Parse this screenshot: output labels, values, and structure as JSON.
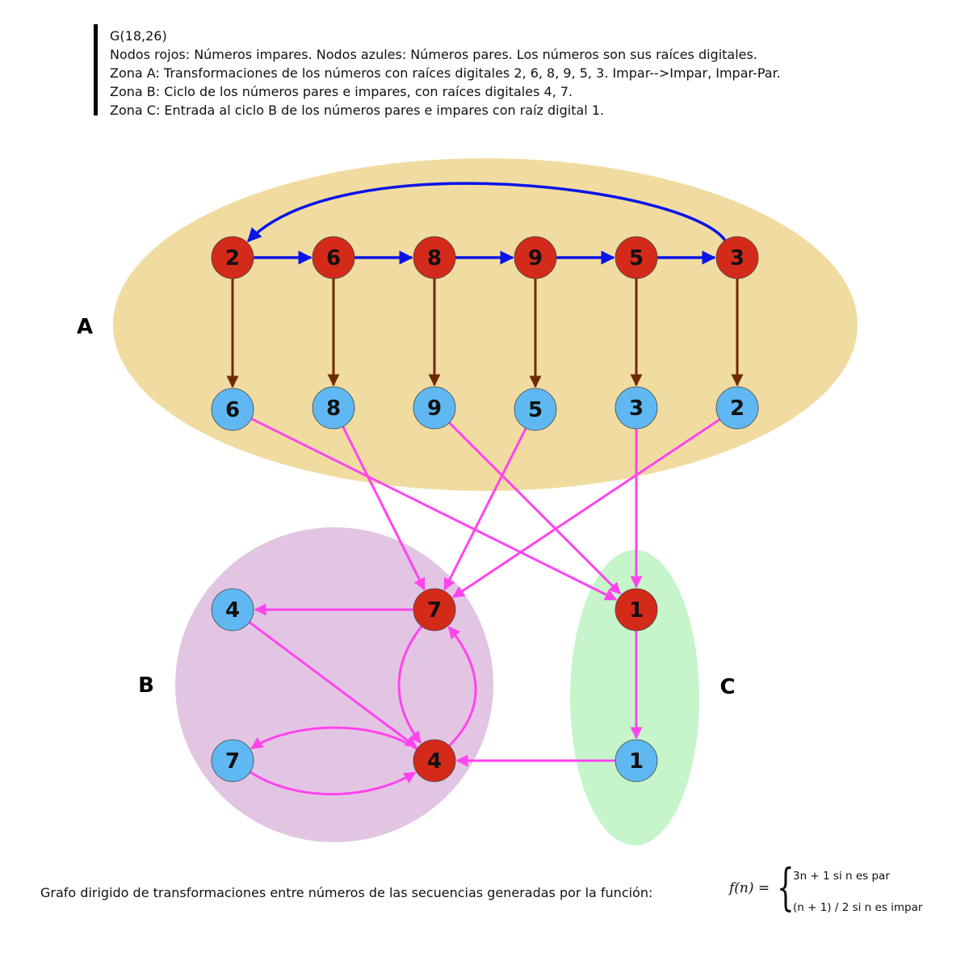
{
  "header": {
    "lines": [
      "G(18,26)",
      "Nodos rojos: Números impares. Nodos azules: Números pares. Los números son sus raíces digitales.",
      "Zona A: Transformaciones de los números con raíces digitales 2, 6, 8, 9, 5, 3. Impar-->Impar, Impar-Par.",
      "Zona B: Ciclo de los números pares e impares, con raíces digitales 4, 7.",
      "Zona C: Entrada al ciclo B de los números pares e impares con raíz digital 1."
    ]
  },
  "zones": [
    {
      "id": "A",
      "label": "A",
      "color": "#f0dca0"
    },
    {
      "id": "B",
      "label": "B",
      "color": "#e2c5e3"
    },
    {
      "id": "C",
      "label": "C",
      "color": "#c6f5cb"
    }
  ],
  "colors": {
    "odd": "#d42a1a",
    "even": "#5fb8f2",
    "blue_edge": "#0a14e8",
    "brown_edge": "#6e2a00",
    "magenta_edge": "#ff44ee"
  },
  "nodes": [
    {
      "id": "r2",
      "label": "2",
      "parity": "odd"
    },
    {
      "id": "r6",
      "label": "6",
      "parity": "odd"
    },
    {
      "id": "r8",
      "label": "8",
      "parity": "odd"
    },
    {
      "id": "r9",
      "label": "9",
      "parity": "odd"
    },
    {
      "id": "r5",
      "label": "5",
      "parity": "odd"
    },
    {
      "id": "r3",
      "label": "3",
      "parity": "odd"
    },
    {
      "id": "b6",
      "label": "6",
      "parity": "even"
    },
    {
      "id": "b8",
      "label": "8",
      "parity": "even"
    },
    {
      "id": "b9",
      "label": "9",
      "parity": "even"
    },
    {
      "id": "b5",
      "label": "5",
      "parity": "even"
    },
    {
      "id": "b3",
      "label": "3",
      "parity": "even"
    },
    {
      "id": "b2",
      "label": "2",
      "parity": "even"
    },
    {
      "id": "b4",
      "label": "4",
      "parity": "even"
    },
    {
      "id": "r7",
      "label": "7",
      "parity": "odd"
    },
    {
      "id": "r1",
      "label": "1",
      "parity": "odd"
    },
    {
      "id": "b7",
      "label": "7",
      "parity": "even"
    },
    {
      "id": "r4",
      "label": "4",
      "parity": "odd"
    },
    {
      "id": "b1",
      "label": "1",
      "parity": "even"
    }
  ],
  "edges": [
    {
      "from": "r2",
      "to": "r6",
      "type": "blue"
    },
    {
      "from": "r6",
      "to": "r8",
      "type": "blue"
    },
    {
      "from": "r8",
      "to": "r9",
      "type": "blue"
    },
    {
      "from": "r9",
      "to": "r5",
      "type": "blue"
    },
    {
      "from": "r5",
      "to": "r3",
      "type": "blue"
    },
    {
      "from": "r3",
      "to": "r2",
      "type": "blue"
    },
    {
      "from": "r2",
      "to": "b6",
      "type": "brown"
    },
    {
      "from": "r6",
      "to": "b8",
      "type": "brown"
    },
    {
      "from": "r8",
      "to": "b9",
      "type": "brown"
    },
    {
      "from": "r9",
      "to": "b5",
      "type": "brown"
    },
    {
      "from": "r5",
      "to": "b3",
      "type": "brown"
    },
    {
      "from": "r3",
      "to": "b2",
      "type": "brown"
    },
    {
      "from": "b6",
      "to": "r1",
      "type": "magenta"
    },
    {
      "from": "b8",
      "to": "r7",
      "type": "magenta"
    },
    {
      "from": "b9",
      "to": "r1",
      "type": "magenta"
    },
    {
      "from": "b5",
      "to": "r7",
      "type": "magenta"
    },
    {
      "from": "b3",
      "to": "r1",
      "type": "magenta"
    },
    {
      "from": "b2",
      "to": "r7",
      "type": "magenta"
    },
    {
      "from": "r7",
      "to": "b4",
      "type": "magenta"
    },
    {
      "from": "b4",
      "to": "r4",
      "type": "magenta"
    },
    {
      "from": "r7",
      "to": "r4",
      "type": "magenta"
    },
    {
      "from": "r4",
      "to": "r7",
      "type": "magenta"
    },
    {
      "from": "r4",
      "to": "b7",
      "type": "magenta"
    },
    {
      "from": "b7",
      "to": "r4",
      "type": "magenta"
    },
    {
      "from": "r1",
      "to": "b1",
      "type": "magenta"
    },
    {
      "from": "b1",
      "to": "r4",
      "type": "magenta"
    }
  ],
  "footer": {
    "caption": "Grafo dirigido de transformaciones entre números de las secuencias generadas por la función:",
    "formula_lhs": "f(n) =",
    "case_even": "3n + 1   si n es par",
    "case_odd": "(n + 1) / 2 si n es impar"
  }
}
